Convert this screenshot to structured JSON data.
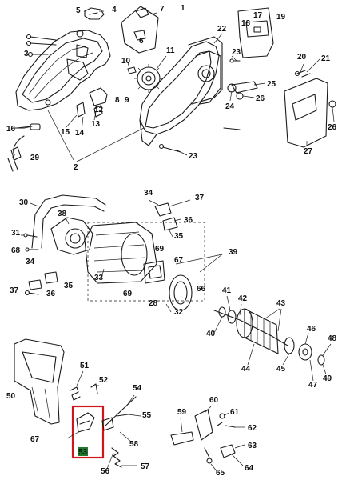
{
  "diagram": {
    "labels": [
      {
        "id": "p1",
        "text": "1"
      },
      {
        "id": "p2",
        "text": "2"
      },
      {
        "id": "p3",
        "text": "3"
      },
      {
        "id": "p4",
        "text": "4"
      },
      {
        "id": "p5",
        "text": "5"
      },
      {
        "id": "p6",
        "text": "6"
      },
      {
        "id": "p7",
        "text": "7"
      },
      {
        "id": "p8",
        "text": "8"
      },
      {
        "id": "p9",
        "text": "9"
      },
      {
        "id": "p10",
        "text": "10"
      },
      {
        "id": "p11",
        "text": "11"
      },
      {
        "id": "p12",
        "text": "12"
      },
      {
        "id": "p13",
        "text": "13"
      },
      {
        "id": "p14",
        "text": "14"
      },
      {
        "id": "p15",
        "text": "15"
      },
      {
        "id": "p16",
        "text": "16"
      },
      {
        "id": "p17",
        "text": "17"
      },
      {
        "id": "p18",
        "text": "18"
      },
      {
        "id": "p19",
        "text": "19"
      },
      {
        "id": "p20",
        "text": "20"
      },
      {
        "id": "p21",
        "text": "21"
      },
      {
        "id": "p22",
        "text": "22"
      },
      {
        "id": "p23a",
        "text": "23"
      },
      {
        "id": "p23b",
        "text": "23"
      },
      {
        "id": "p24",
        "text": "24"
      },
      {
        "id": "p25",
        "text": "25"
      },
      {
        "id": "p26a",
        "text": "26"
      },
      {
        "id": "p26b",
        "text": "26"
      },
      {
        "id": "p27",
        "text": "27"
      },
      {
        "id": "p29",
        "text": "29"
      },
      {
        "id": "p30",
        "text": "30"
      },
      {
        "id": "p31",
        "text": "31"
      },
      {
        "id": "p32",
        "text": "32"
      },
      {
        "id": "p33",
        "text": "33"
      },
      {
        "id": "p34a",
        "text": "34"
      },
      {
        "id": "p34b",
        "text": "34"
      },
      {
        "id": "p35a",
        "text": "35"
      },
      {
        "id": "p35b",
        "text": "35"
      },
      {
        "id": "p36a",
        "text": "36"
      },
      {
        "id": "p36b",
        "text": "36"
      },
      {
        "id": "p37a",
        "text": "37"
      },
      {
        "id": "p37b",
        "text": "37"
      },
      {
        "id": "p38",
        "text": "38"
      },
      {
        "id": "p39",
        "text": "39"
      },
      {
        "id": "p40",
        "text": "40"
      },
      {
        "id": "p41",
        "text": "41"
      },
      {
        "id": "p42",
        "text": "42"
      },
      {
        "id": "p43",
        "text": "43"
      },
      {
        "id": "p44",
        "text": "44"
      },
      {
        "id": "p45",
        "text": "45"
      },
      {
        "id": "p46",
        "text": "46"
      },
      {
        "id": "p47",
        "text": "47"
      },
      {
        "id": "p48",
        "text": "48"
      },
      {
        "id": "p49",
        "text": "49"
      },
      {
        "id": "p28",
        "text": "28"
      },
      {
        "id": "p66",
        "text": "66"
      },
      {
        "id": "p67a",
        "text": "67"
      },
      {
        "id": "p68",
        "text": "68"
      },
      {
        "id": "p69a",
        "text": "69"
      },
      {
        "id": "p69b",
        "text": "69"
      },
      {
        "id": "p50",
        "text": "50"
      },
      {
        "id": "p51",
        "text": "51"
      },
      {
        "id": "p52",
        "text": "52"
      },
      {
        "id": "p53",
        "text": "53"
      },
      {
        "id": "p54",
        "text": "54"
      },
      {
        "id": "p55",
        "text": "55"
      },
      {
        "id": "p56",
        "text": "56"
      },
      {
        "id": "p57",
        "text": "57"
      },
      {
        "id": "p58",
        "text": "58"
      },
      {
        "id": "p59",
        "text": "59"
      },
      {
        "id": "p60",
        "text": "60"
      },
      {
        "id": "p61",
        "text": "61"
      },
      {
        "id": "p62",
        "text": "62"
      },
      {
        "id": "p63",
        "text": "63"
      },
      {
        "id": "p64",
        "text": "64"
      },
      {
        "id": "p65",
        "text": "65"
      },
      {
        "id": "p67b",
        "text": "67"
      }
    ],
    "highlight": {
      "part": "53",
      "color": "#d0151c",
      "label_bg": "#1f7a2e"
    }
  }
}
